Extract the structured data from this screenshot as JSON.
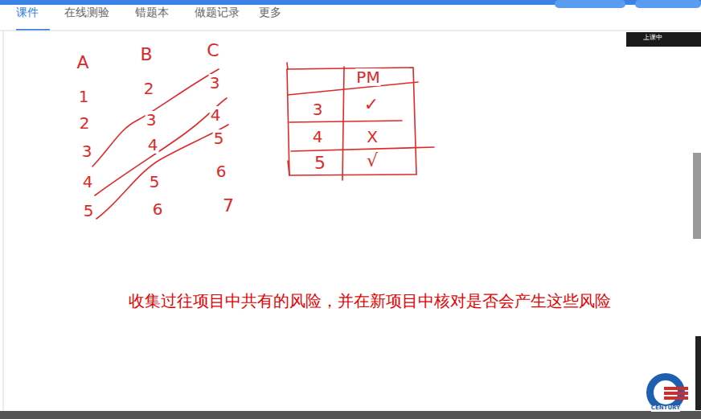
{
  "diagram": {
    "labels": [
      "课件",
      "在线测验",
      "错题本",
      "做题记录",
      "更多",
      "上课中",
      "A",
      "B",
      "C",
      "1",
      "2",
      "3",
      "4",
      "5",
      "2",
      "3",
      "4",
      "5",
      "6",
      "3",
      "4",
      "5",
      "6",
      "7",
      "PM",
      "3",
      "✓",
      "4",
      "X",
      "5",
      "√",
      "收集过往项目中共有的风险，并在新项目中核对是否会产生这些风险",
      "CENTURY"
    ]
  }
}
